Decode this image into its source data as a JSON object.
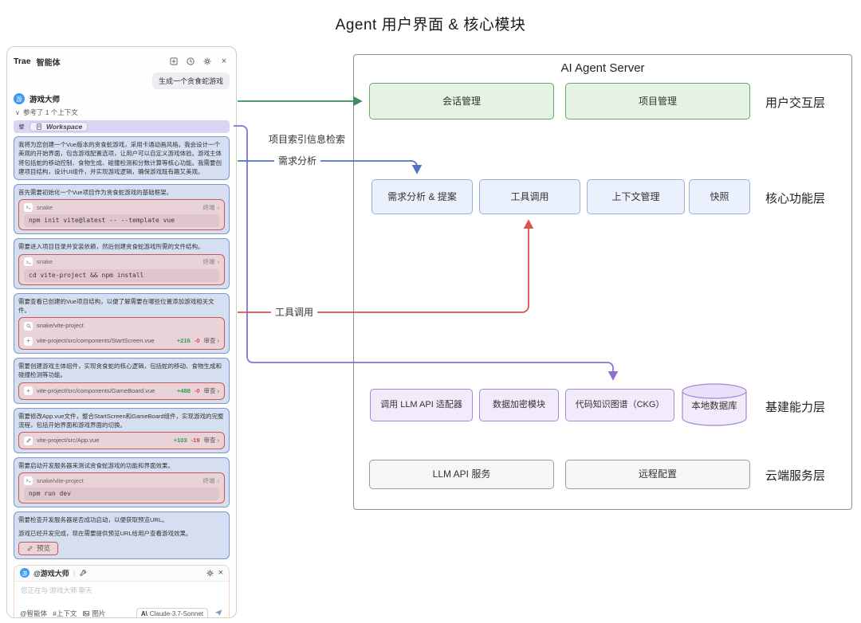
{
  "title": "Agent 用户界面 & 核心模块",
  "panel": {
    "brand": "Trae",
    "tab": "智能体",
    "user_message": "生成一个贪食蛇游戏",
    "agent": {
      "avatar": "游",
      "name": "游戏大师"
    },
    "context_toggle": "参考了 1 个上下文",
    "workspace_label": "Workspace",
    "cards": [
      {
        "text": "我将为您创建一个Vue版本的贪食蛇游戏，采用卡通动画风格。我会设计一个美观的开始界面，包含游戏配置选项，让用户可以自定义游戏体验。游戏主体将包括蛇的移动控制、食物生成、碰撞检测和分数计算等核心功能。我需要创建项目结构，设计UI组件，并实现游戏逻辑，确保游戏既有趣又美观。"
      },
      {
        "text": "首先需要初始化一个Vue项目作为贪食蛇游戏的基础框架。",
        "terminal": {
          "cwd": "snake",
          "badge": "终端",
          "code": "npm init vite@latest -- --template vue"
        }
      },
      {
        "text": "需要进入项目目录并安装依赖，然后创建贪食蛇游戏所需的文件结构。",
        "terminal": {
          "cwd": "snake",
          "badge": "终端",
          "code": "cd vite-project && npm install"
        }
      },
      {
        "text": "需要查看已创建的Vue项目结构，以便了解需要在哪些位置添加游戏相关文件。",
        "search_query": "snake/vite-project",
        "file": {
          "path": "vite-project/src/components/StartScreen.vue",
          "added": "+216",
          "removed": "-0",
          "review": "审查"
        }
      },
      {
        "text": "需要创建游戏主体组件，实现贪食蛇的核心逻辑，包括蛇的移动、食物生成和碰撞检测等功能。",
        "file": {
          "path": "vite-project/src/components/GameBoard.vue",
          "added": "+488",
          "removed": "-0",
          "review": "审查"
        }
      },
      {
        "text": "需要修改App.vue文件，整合StartScreen和GameBoard组件，实现游戏的完整流程，包括开始界面和游戏界面的切换。",
        "file": {
          "path": "vite-project/src/App.vue",
          "added": "+103",
          "removed": "-19",
          "review": "审查"
        }
      },
      {
        "text": "需要启动开发服务器来测试贪食蛇游戏的功能和界面效果。",
        "terminal": {
          "cwd": "snake/vite-project",
          "badge": "终端",
          "code": "npm run dev"
        }
      },
      {
        "text": "需要检查开发服务器是否成功启动，以便获取预览URL。",
        "text2": "游戏已经开发完成，现在需要提供预览URL给用户查看游戏效果。",
        "preview_label": "预览"
      }
    ],
    "composer": {
      "mention": "@游戏大师",
      "placeholder": "您正在与 游戏大师 聊天",
      "actions": {
        "agent": "@智能体",
        "context": "#上下文",
        "image": "图片"
      },
      "model_logo": "A\\",
      "model": "Claude-3.7-Sonnet"
    }
  },
  "diagram": {
    "server_title": "AI Agent Server",
    "edge_labels": {
      "retrieval": "项目索引信息检索",
      "analysis": "需求分析",
      "tool_call": "工具调用"
    },
    "layers": [
      {
        "label": "用户交互层",
        "nodes": [
          "会话管理",
          "项目管理"
        ]
      },
      {
        "label": "核心功能层",
        "nodes": [
          "需求分析 & 提案",
          "工具调用",
          "上下文管理",
          "快照"
        ]
      },
      {
        "label": "基建能力层",
        "nodes": [
          "调用 LLM API 适配器",
          "数据加密模块",
          "代码知识图谱（CKG）"
        ],
        "db": "本地数据库"
      },
      {
        "label": "云端服务层",
        "nodes": [
          "LLM API 服务",
          "远程配置"
        ]
      }
    ],
    "colors": {
      "green": "#3c8c5c",
      "blue": "#4f74c4",
      "red": "#d9534f",
      "purple": "#8f6fd0"
    }
  }
}
